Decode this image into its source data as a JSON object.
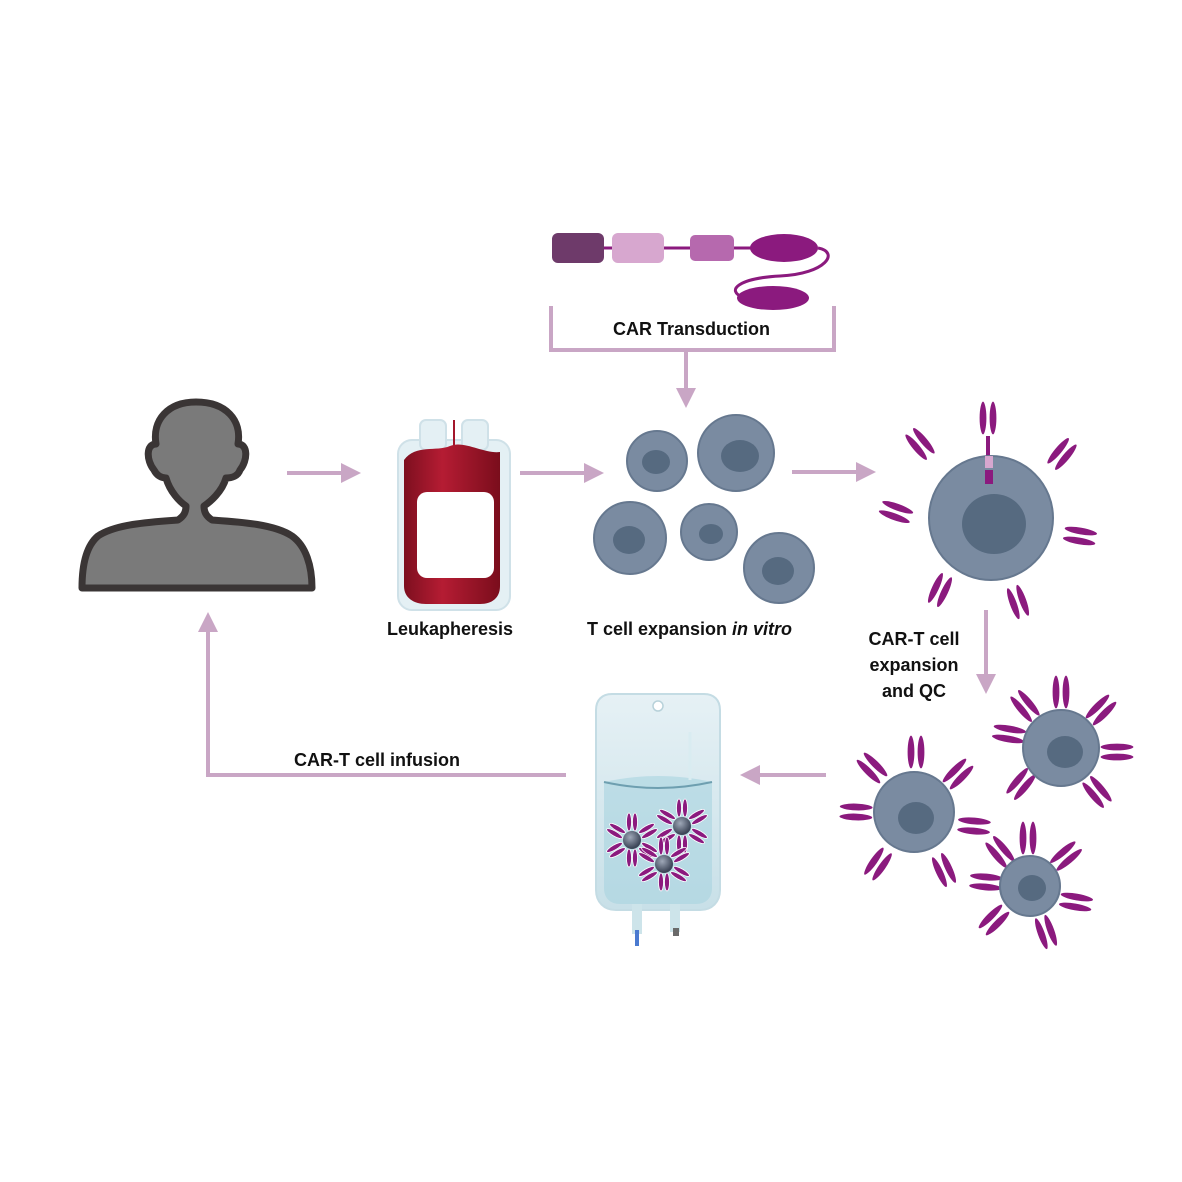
{
  "labels": {
    "car_transduction": "CAR Transduction",
    "leukapheresis": "Leukapheresis",
    "t_cell_expansion": "T cell expansion ",
    "t_cell_expansion_italic": "in vitro",
    "cart_expansion_line1": "CAR-T cell",
    "cart_expansion_line2": "expansion",
    "cart_expansion_line3": "and QC",
    "cart_infusion": "CAR-T cell infusion"
  },
  "colors": {
    "arrow": "#c9a6c5",
    "cell_body": "#7a8ba1",
    "cell_nucleus": "#566a80",
    "receptor": "#8b1a7e",
    "blood": "#a3162b",
    "person": "#7a7a7a"
  }
}
